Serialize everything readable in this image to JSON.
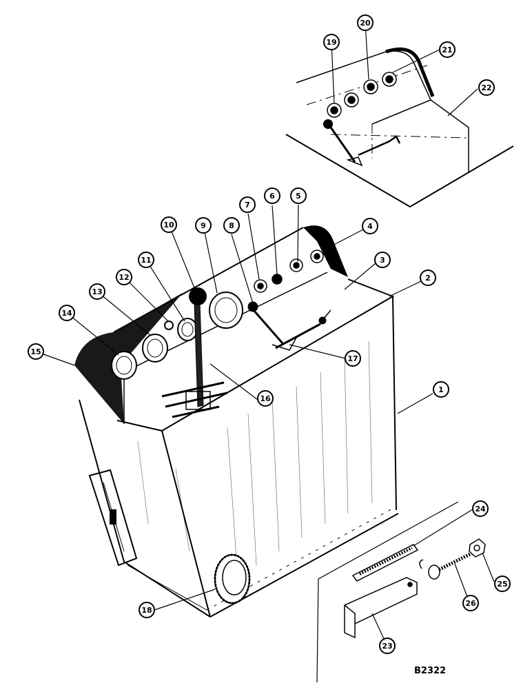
{
  "figure": {
    "drawing_id": "B2322",
    "ink_color": "#000000",
    "paper_color": "#ffffff"
  },
  "callouts": [
    {
      "label": "1"
    },
    {
      "label": "2"
    },
    {
      "label": "3"
    },
    {
      "label": "4"
    },
    {
      "label": "5"
    },
    {
      "label": "6"
    },
    {
      "label": "7"
    },
    {
      "label": "8"
    },
    {
      "label": "9"
    },
    {
      "label": "10"
    },
    {
      "label": "11"
    },
    {
      "label": "12"
    },
    {
      "label": "13"
    },
    {
      "label": "14"
    },
    {
      "label": "15"
    },
    {
      "label": "16"
    },
    {
      "label": "17"
    },
    {
      "label": "18"
    },
    {
      "label": "19"
    },
    {
      "label": "20"
    },
    {
      "label": "21"
    },
    {
      "label": "22"
    },
    {
      "label": "23"
    },
    {
      "label": "24"
    },
    {
      "label": "25"
    },
    {
      "label": "26"
    }
  ]
}
